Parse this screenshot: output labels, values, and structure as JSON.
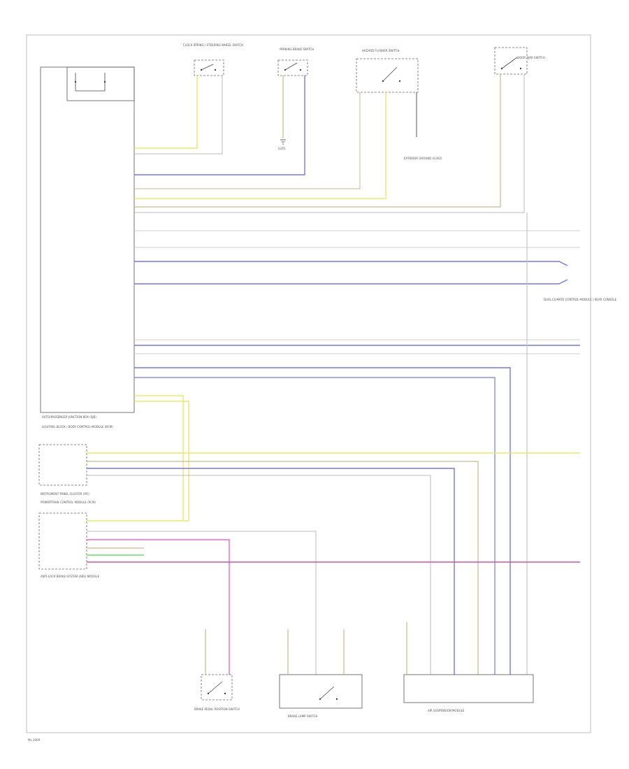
{
  "diagram": {
    "page_label": "ML 2009",
    "colors": {
      "yellow": "#e8e86a",
      "blue": "#7777ee",
      "gray": "#bbbbbb",
      "tan": "#c9b98a",
      "pink": "#ee66cc",
      "magenta": "#cc55aa",
      "green": "#66dd66",
      "dark": "#555555"
    },
    "components": {
      "bcm": "AUTO/PASSENGER JUNCTION BOX (SJB)",
      "bcm_note": "LIGHTING BLOCK / BODY CONTROL MODULE (BCM)",
      "sw1": "CLOCK SPRING / STEERING WHEEL SWITCH",
      "sw2": "PARKING BRAKE SWITCH",
      "sw3": "HAZARD FLASHER SWITCH",
      "sw4": "DOOR AJAR SWITCH",
      "ground1": "G201",
      "ground2": "EXTERIOR GROUND (G302)",
      "right_module": "DUAL CLIMATE CONTROL MODULE / REAR CONSOLE",
      "ipc": "INSTRUMENT PANEL CLUSTER (IPC)",
      "ipc_note": "POWERTRAIN CONTROL MODULE (PCM)",
      "abs": "ANTI-LOCK BRAKE SYSTEM (ABS) MODULE",
      "bottom_left_sw": "BRAKE PEDAL POSITION SWITCH",
      "bottom_mid_sw": "BRAKE LAMP SWITCH",
      "bottom_right_mod": "AIR SUSPENSION MODULE"
    }
  }
}
